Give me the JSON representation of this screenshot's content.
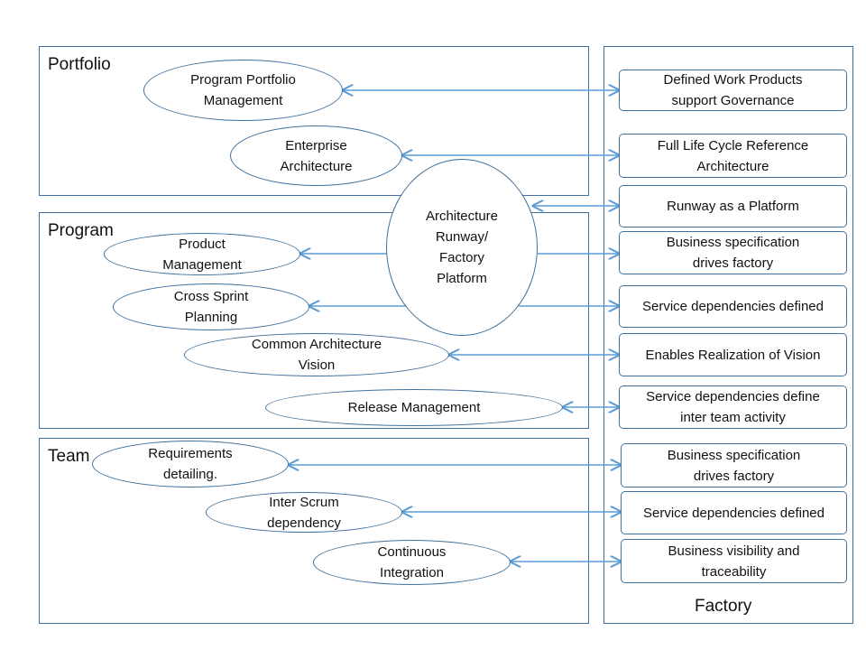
{
  "panels": {
    "portfolio": "Portfolio",
    "program": "Program",
    "team": "Team",
    "factory": "Factory"
  },
  "center_node": "Architecture\nRunway/\nFactory\nPlatform",
  "activities": {
    "program_portfolio_management": "Program Portfolio\nManagement",
    "enterprise_architecture": "Enterprise\nArchitecture",
    "product_management": "Product\nManagement",
    "cross_sprint_planning": "Cross Sprint\nPlanning",
    "common_architecture_vision": "Common Architecture\nVision",
    "release_management": "Release Management",
    "requirements_detailing": "Requirements\ndetailing.",
    "inter_scrum_dependency": "Inter Scrum\ndependency",
    "continuous_integration": "Continuous\nIntegration"
  },
  "factory_items": {
    "defined_work_products": "Defined Work Products\nsupport Governance",
    "full_life_cycle": "Full Life Cycle Reference\nArchitecture",
    "runway_platform": "Runway as a Platform",
    "business_spec_1": "Business specification\ndrives factory",
    "service_dep_1": "Service dependencies defined",
    "enables_realization": "Enables Realization of Vision",
    "service_dep_inter_team": "Service dependencies define\ninter team activity",
    "business_spec_2": "Business specification\ndrives factory",
    "service_dep_2": "Service dependencies defined",
    "business_visibility": "Business visibility and\ntraceability"
  },
  "colors": {
    "border": "#41719c",
    "arrow": "#5b9bd5"
  }
}
